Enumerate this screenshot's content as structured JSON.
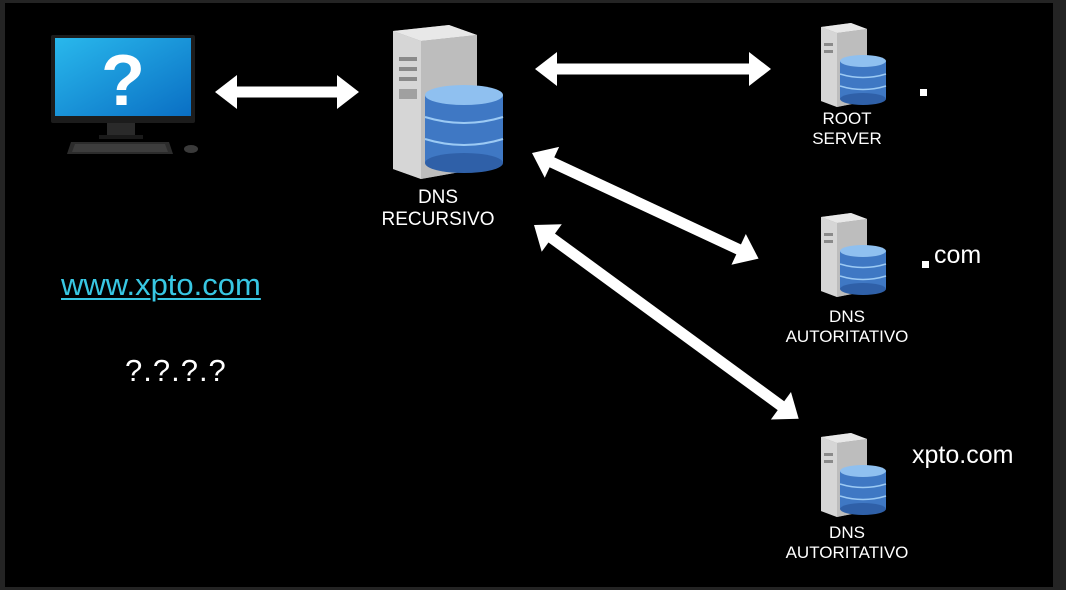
{
  "client": {
    "monitor_icon": "computer-question-icon",
    "question_mark": "?",
    "url": "www.xpto.com",
    "ip_placeholder": "?.?.?.?"
  },
  "recursive": {
    "label_line1": "DNS",
    "label_line2": "RECURSIVO"
  },
  "root": {
    "label_line1": "ROOT",
    "label_line2": "SERVER",
    "zone": "."
  },
  "tld": {
    "label_line1": "DNS",
    "label_line2": "AUTORITATIVO",
    "zone": "com"
  },
  "auth": {
    "label_line1": "DNS",
    "label_line2": "AUTORITATIVO",
    "zone": "xpto.com"
  },
  "colors": {
    "background": "#000000",
    "url": "#38c7e3",
    "arrow": "#ffffff",
    "db_blue": "#3f78c4"
  }
}
